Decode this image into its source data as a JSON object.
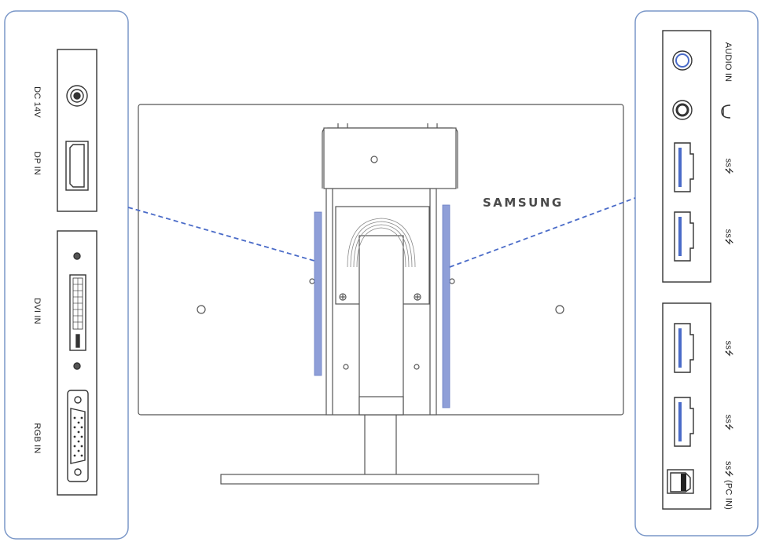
{
  "brand": "SAMSUNG",
  "colors": {
    "panel_border": "#7a97c8",
    "line": "#555555",
    "port_accent": "#4a6bc8",
    "highlight": "#8f9fd8",
    "leader": "#4a6bc8"
  },
  "left_panel": {
    "ports": [
      {
        "id": "dc",
        "label": "DC 14V"
      },
      {
        "id": "dp",
        "label": "DP IN"
      },
      {
        "id": "dvi",
        "label": "DVI IN"
      },
      {
        "id": "rgb",
        "label": "RGB IN"
      }
    ]
  },
  "right_panel": {
    "upper_ports": [
      {
        "id": "audio",
        "label": "AUDIO IN"
      },
      {
        "id": "headphone",
        "label": "headphone-icon"
      },
      {
        "id": "usb1",
        "label": "ss⭍"
      },
      {
        "id": "usb2",
        "label": "ss⭍"
      }
    ],
    "lower_ports": [
      {
        "id": "usb3",
        "label": "ss⭍"
      },
      {
        "id": "usb4",
        "label": "ss⭍"
      },
      {
        "id": "usb_up",
        "label": "ss⭍ (PC IN)"
      }
    ]
  }
}
